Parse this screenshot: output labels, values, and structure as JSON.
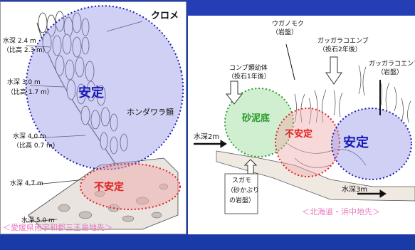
{
  "left_panel": {
    "title_label": "クロメ",
    "annotations": [
      {
        "label": "水深 2.4 m",
        "sub": "（比高 2.3 m）"
      },
      {
        "label": "水深 3.0 m",
        "sub": "（比高 1.7 m）"
      },
      {
        "label": "水深 4.0 m",
        "sub": "（比高 0.7 m）"
      },
      {
        "label": "水深 4.7 m",
        "sub": ""
      },
      {
        "label": "水深 5.0 m",
        "sub": ""
      }
    ],
    "species_label": "ホンダワラ類",
    "stable_zone": "安定",
    "unstable_zone": "不安定",
    "location": "＜愛媛県南宇和郡三王島地先＞"
  },
  "right_panel": {
    "labels": {
      "konbu": "コンブ類幼体",
      "konbu_sub": "（投石1年後）",
      "utanomoku": "ウガノモク",
      "utanomoku_sub": "（岩盤）",
      "gagara_top": "ガッガラコエンブ",
      "gagara_top_sub": "（投石2年後）",
      "gagara_right": "ガッガラコエンブ",
      "gagara_right_sub": "（岩盤）",
      "sukamo": "スガモ",
      "sukamo_sub1": "（砂かぶり",
      "sukamo_sub2": "の岩盤）",
      "depth_left": "水深2m",
      "depth_right": "水深3m"
    },
    "zones": {
      "sand": "砂泥底",
      "unstable": "不安定",
      "stable": "安定"
    },
    "location": "＜北海道・浜中地先＞"
  },
  "colors": {
    "background": "#1a3fa8",
    "stable": "#1a1ab8",
    "unstable": "#e02020",
    "sand": "#2a9a2a",
    "location_text": "#e879c2"
  }
}
